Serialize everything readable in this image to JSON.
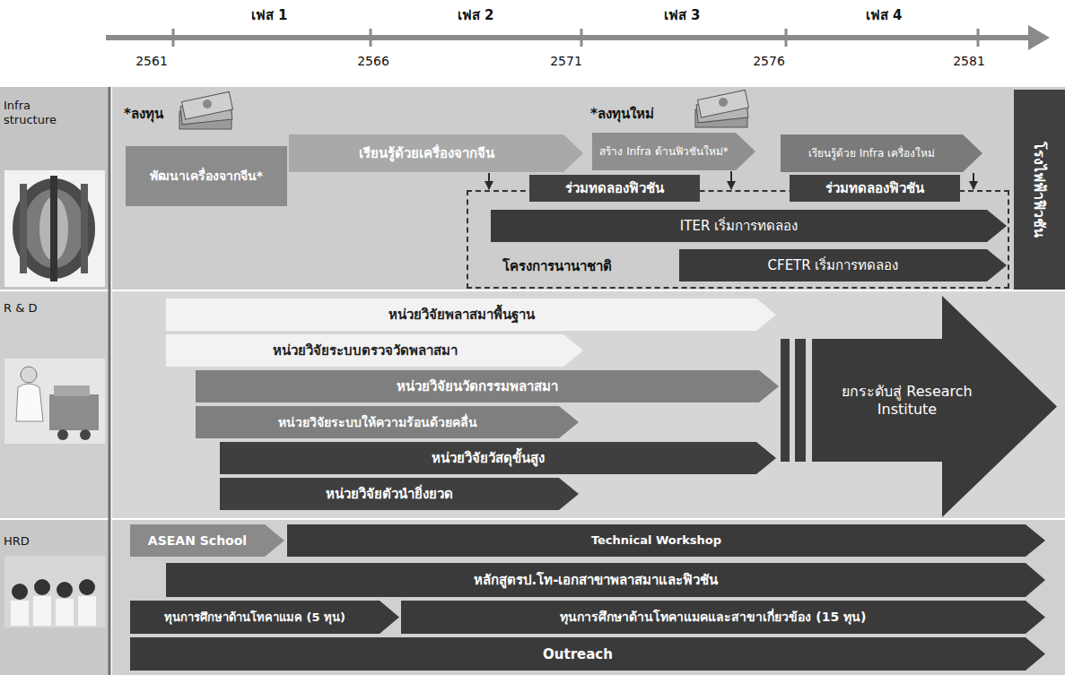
{
  "diagram": {
    "nodes": [
      {
        "text": [
          "พัฒนาเครื่องจากจีน*"
        ]
      },
      {
        "text": [
          "เรียนรู้ด้วยเครื่องจากจีน"
        ]
      },
      {
        "text": [
          "สร้าง Infra ด้านฟิวชันใหม่*"
        ]
      },
      {
        "text": [
          "เรียนรู้ด้วย Infra เครื่องใหม่"
        ]
      },
      {
        "text": [
          "ร่วมทดลองฟิวชัน"
        ]
      },
      {
        "text": [
          "ร่วมทดลองฟิวชัน"
        ]
      },
      {
        "text": [
          "โครงการนานาชาติ"
        ]
      },
      {
        "text": [
          "ITER เริ่มการทดลอง"
        ],
        "in": 6
      },
      {
        "text": [
          "CFETR เริ่มการทดลอง"
        ],
        "in": 6
      },
      {
        "text": [
          "โรงไฟฟ้าฟิวชัน"
        ]
      },
      {
        "text": [
          "หน่วยวิจัยพลาสมาพื้นฐาน"
        ]
      },
      {
        "text": [
          "หน่วยวิจัยระบบตรวจวัดพลาสมา"
        ]
      },
      {
        "text": [
          "หน่วยวิจัยนวัตกรรมพลาสมา"
        ]
      },
      {
        "text": [
          "หน่วยวิจัยระบบให้ความร้อนด้วยคลื่น"
        ]
      },
      {
        "text": [
          "หน่วยวิจัยวัสดุขั้นสูง"
        ]
      },
      {
        "text": [
          "หน่วยวิจัยตัวนำยิ่งยวด"
        ]
      },
      {
        "text": [
          "ยกระดับสู่ Research Institute"
        ]
      },
      {
        "text": [
          "ASEAN School"
        ]
      },
      {
        "text": [
          "Technical Workshop"
        ]
      },
      {
        "text": [
          "หลักสูตรป.โท-เอกสาขาพลาสมาและฟิวชัน"
        ]
      },
      {
        "text": [
          "ทุนการศึกษาด้านโทคาแมค (5 ทุน)"
        ]
      },
      {
        "text": [
          "ทุนการศึกษาด้านโทคาแมคและสาขาเกี่ยวข้อง (15 ทุน)"
        ]
      },
      {
        "text": [
          "Outreach"
        ]
      }
    ],
    "edges": [
      {
        "from": 1,
        "to": 6,
        "arrow": "to"
      },
      {
        "from": 2,
        "to": 6,
        "arrow": "to"
      },
      {
        "from": 3,
        "to": 6,
        "arrow": "to"
      }
    ],
    "labels": [
      "เฟส 1",
      "เฟส 2",
      "เฟส 3",
      "เฟส 4",
      "2561",
      "2566",
      "2571",
      "2576",
      "2581",
      "Infra structure",
      "*ลงทุน",
      "*ลงทุนใหม่",
      "R & D",
      "HRD"
    ]
  }
}
